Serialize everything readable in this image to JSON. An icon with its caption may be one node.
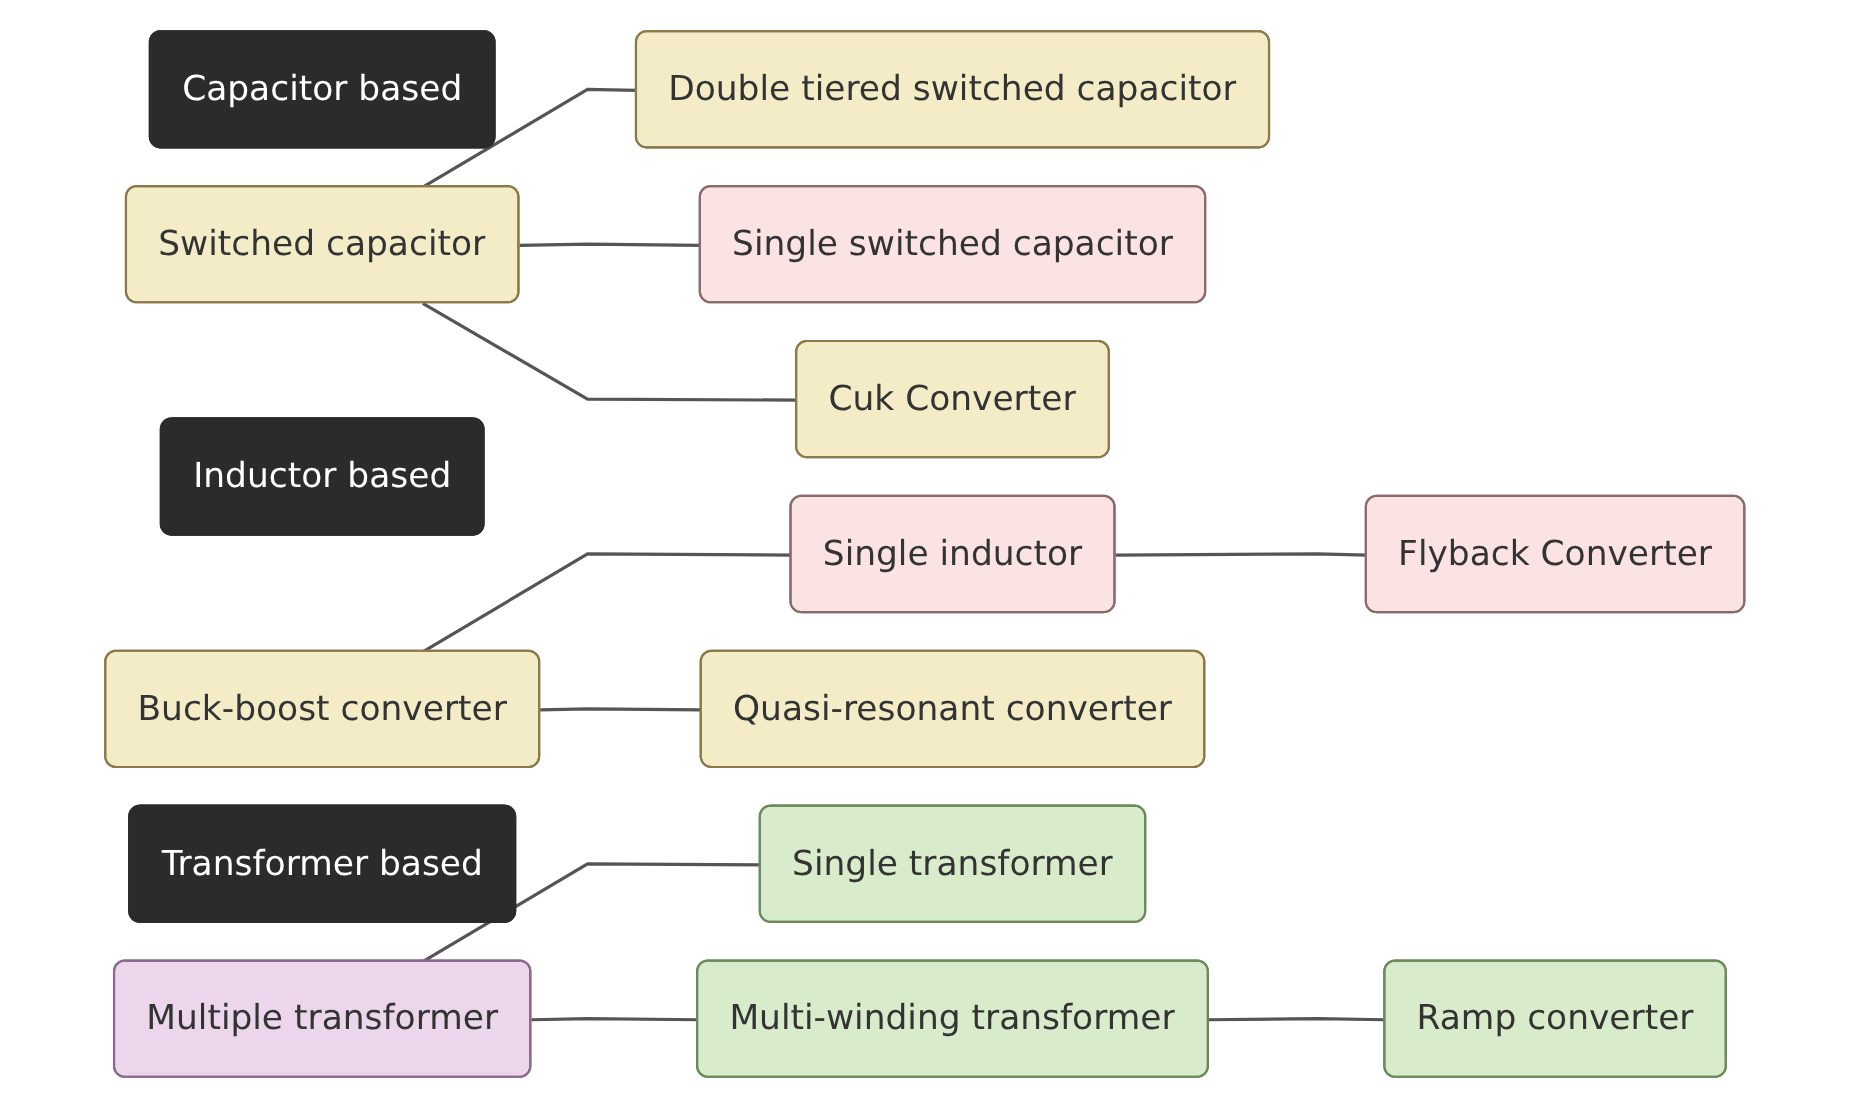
{
  "diagram": {
    "nodes": [
      {
        "text": [
          "Capacitor based"
        ]
      },
      {
        "text": [
          "Switched capacitor"
        ]
      },
      {
        "text": [
          "Double tiered switched capacitor"
        ]
      },
      {
        "text": [
          "Single switched capacitor"
        ]
      },
      {
        "text": [
          "Cuk Converter"
        ]
      },
      {
        "text": [
          "Inductor based"
        ]
      },
      {
        "text": [
          "Buck-boost converter"
        ]
      },
      {
        "text": [
          "Single inductor"
        ]
      },
      {
        "text": [
          "Flyback Converter"
        ]
      },
      {
        "text": [
          "Quasi-resonant converter"
        ]
      },
      {
        "text": [
          "Transformer based"
        ]
      },
      {
        "text": [
          "Multiple transformer"
        ]
      },
      {
        "text": [
          "Single transformer"
        ]
      },
      {
        "text": [
          "Multi-winding transformer"
        ]
      },
      {
        "text": [
          "Ramp converter"
        ]
      }
    ],
    "edges": [
      {
        "from": 1,
        "to": 2,
        "arrow": "none"
      },
      {
        "from": 1,
        "to": 3,
        "arrow": "none"
      },
      {
        "from": 1,
        "to": 4,
        "arrow": "none"
      },
      {
        "from": 6,
        "to": 7,
        "arrow": "none"
      },
      {
        "from": 7,
        "to": 8,
        "arrow": "none"
      },
      {
        "from": 6,
        "to": 9,
        "arrow": "none"
      },
      {
        "from": 11,
        "to": 12,
        "arrow": "none"
      },
      {
        "from": 11,
        "to": 13,
        "arrow": "none"
      },
      {
        "from": 13,
        "to": 14,
        "arrow": "none"
      }
    ]
  }
}
